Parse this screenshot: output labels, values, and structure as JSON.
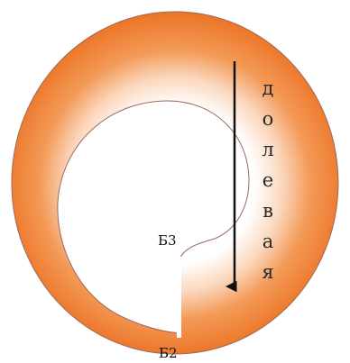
{
  "colors": {
    "band_outer": "#f07a2c",
    "band_inner": "#ffffff",
    "arrow": "#111111",
    "text": "#222222"
  },
  "labels": {
    "b3": "Б3",
    "b2": "Б2",
    "vertical_word": "долевая"
  }
}
